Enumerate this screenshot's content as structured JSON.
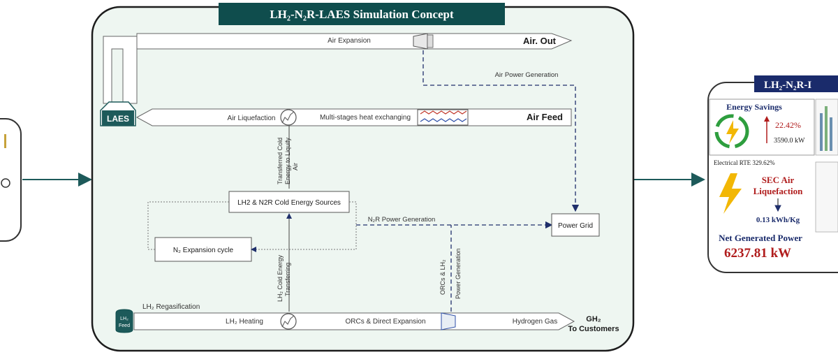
{
  "title_banner": {
    "main": "LH₂-N₂R-LAES Simulation Concept"
  },
  "right_banner": {
    "partial": "LH₂-N₂R-I"
  },
  "streams": {
    "air_expansion": "Air Expansion",
    "air_out": "Air. Out",
    "air_power_generation": "Air Power Generation",
    "air_liquefaction": "Air Liquefaction",
    "multi_stage_heat": "Multi-stages heat exchanging",
    "air_feed": "Air Feed",
    "lh2_regasification": "LH₂ Regasification",
    "lh2_heating": "LH₂ Heating",
    "orcs_direct": "ORCs & Direct Expansion",
    "hydrogen_gas": "Hydrogen Gas",
    "gh2": "GH₂",
    "to_customers": "To Customers"
  },
  "nodes": {
    "laes": "LAES",
    "lh2_feed_line1": "LH₂",
    "lh2_feed_line2": "Feed",
    "cold_sources": "LH2 & N2R Cold Energy Sources",
    "n2_cycle": "N₂ Expansion cycle",
    "power_grid": "Power Grid"
  },
  "connectors": {
    "transferred_cold_line1": "Transferred Cold",
    "transferred_cold_line2": "Energy to Liquify",
    "transferred_cold_line3": "Air",
    "n2r_power": "N₂R Power Generation",
    "lh2_cold_line1": "LH₂ Cold Energy",
    "lh2_cold_line2": "Transferring",
    "orcs_power_line1": "ORCs & LH₂",
    "orcs_power_line2": "Power Generation"
  },
  "results_panel": {
    "energy_savings_title": "Energy Savings",
    "savings_percent": "22.42%",
    "savings_kw": "3590.0 kW",
    "electrical_rte": "Electrical RTE 329.62%",
    "sec_line1": "SEC Air",
    "sec_line2": "Liquefaction",
    "sec_value": "0.13 kWh/Kg",
    "net_power_title": "Net Generated Power",
    "net_power_value": "6237.81 kW"
  },
  "colors": {
    "banner_bg": "#0f4d4d",
    "panel_bg": "#eef6f1",
    "panel_border": "#1c1c1c",
    "connector_teal": "#1d5a5a",
    "dashed_blue": "#1f2f6b",
    "red_value": "#b01c1c",
    "accent_green": "#2e9e3e",
    "bolt_yellow": "#f2b705"
  }
}
